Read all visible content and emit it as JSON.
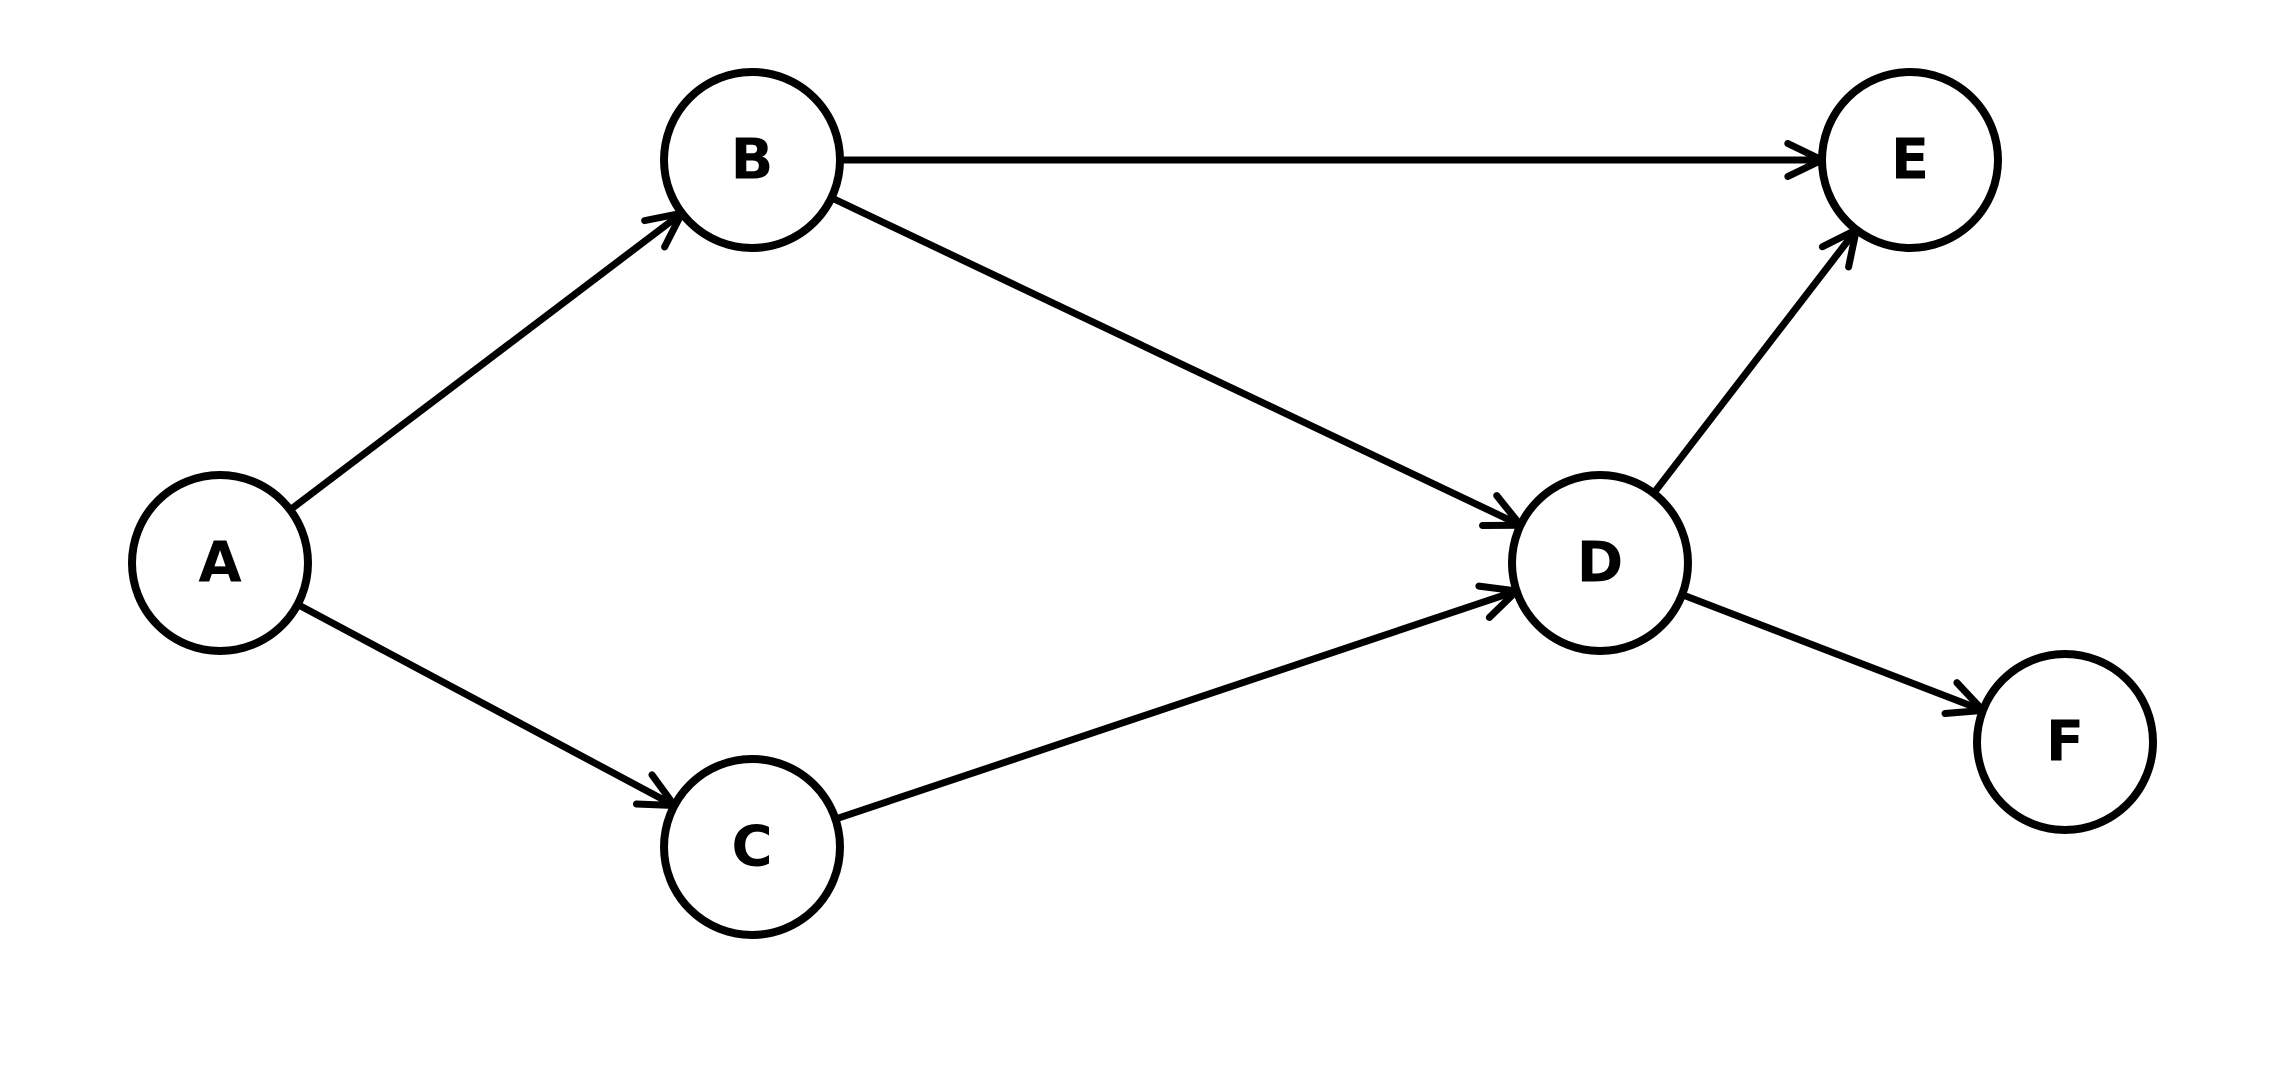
{
  "colors": {
    "stroke": "#000000",
    "fill": "#ffffff",
    "text": "#000000"
  },
  "nodes": [
    {
      "id": "A",
      "label": "A"
    },
    {
      "id": "B",
      "label": "B"
    },
    {
      "id": "C",
      "label": "C"
    },
    {
      "id": "D",
      "label": "D"
    },
    {
      "id": "E",
      "label": "E"
    },
    {
      "id": "F",
      "label": "F"
    }
  ],
  "edges": [
    {
      "from": "A",
      "to": "B"
    },
    {
      "from": "A",
      "to": "C"
    },
    {
      "from": "B",
      "to": "E"
    },
    {
      "from": "B",
      "to": "D"
    },
    {
      "from": "C",
      "to": "D"
    },
    {
      "from": "D",
      "to": "E"
    },
    {
      "from": "D",
      "to": "F"
    }
  ]
}
